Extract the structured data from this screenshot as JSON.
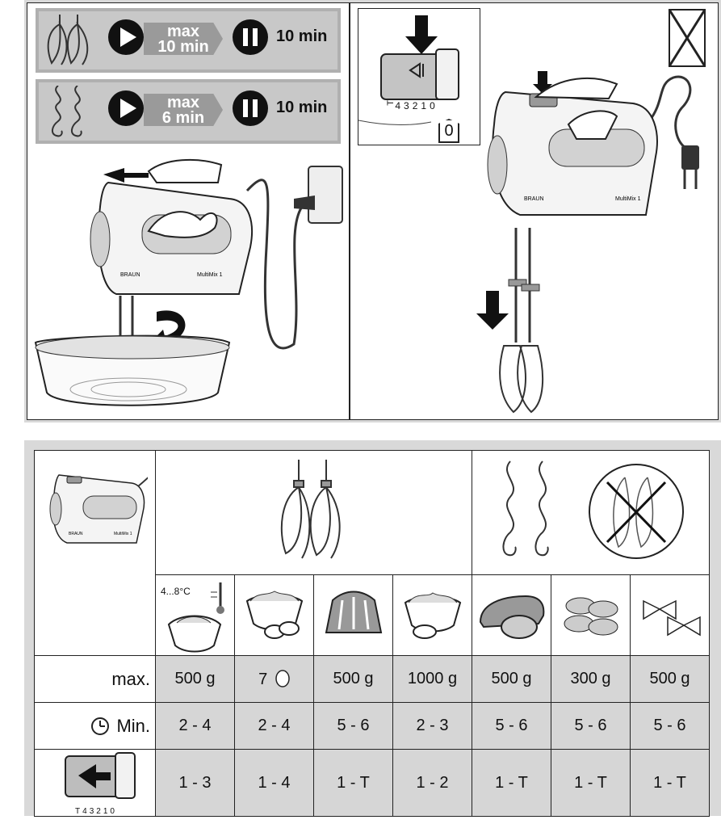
{
  "top_left": {
    "beaters_speed": {
      "max_label": "max",
      "max_time": "10 min",
      "pause_time": "10 min"
    },
    "hooks_speed": {
      "max_label": "max",
      "max_time": "6 min",
      "pause_time": "10 min"
    },
    "brand": "BRAUN",
    "model": "MultiMix 1"
  },
  "top_right": {
    "switch_scale": [
      "T",
      "4",
      "3",
      "2",
      "1",
      "0"
    ],
    "zero_label": "0",
    "brand": "BRAUN",
    "model": "MultiMix 1"
  },
  "table": {
    "mixer_brand": "BRAUN",
    "mixer_model": "MultiMix 1",
    "temp_label": "4...8°C",
    "rows": [
      {
        "label": "max.",
        "values": [
          "500 g",
          "7",
          "500 g",
          "1000 g",
          "500 g",
          "300 g",
          "500 g"
        ]
      },
      {
        "label": "Min.",
        "values": [
          "2 - 4",
          "2 - 4",
          "5 - 6",
          "2 - 3",
          "5 - 6",
          "5 - 6",
          "5 - 6"
        ]
      },
      {
        "label": "",
        "values": [
          "1 - 3",
          "1 - 4",
          "1 - T",
          "1 - 2",
          "1 - T",
          "1 - T",
          "1 - T"
        ]
      }
    ],
    "switch_scale": [
      "T",
      "4",
      "3",
      "2",
      "1",
      "0"
    ]
  }
}
